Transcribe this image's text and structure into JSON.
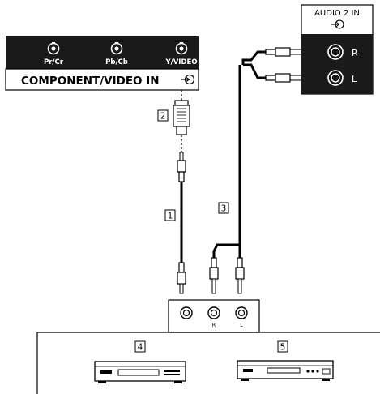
{
  "component_panel": {
    "jack_labels": [
      "Pr/Cr",
      "Pb/Cb",
      "Y/VIDEO"
    ],
    "title": "COMPONENT/VIDEO IN"
  },
  "audio_panel": {
    "title": "AUDIO 2 IN",
    "right_label": "R",
    "left_label": "L"
  },
  "device_jacks": {
    "right_label": "R",
    "left_label": "L"
  },
  "callouts": {
    "video_cable": "1",
    "adapter": "2",
    "audio_cable": "3",
    "vcr": "4",
    "dvd_player": "5"
  },
  "icons": {
    "input_arrow": "input-arrow-icon",
    "rca_jack": "rca-jack-icon",
    "bnc_jack": "bnc-jack-icon"
  },
  "colors": {
    "panel_dark": "#1a1a1a",
    "line": "#000000",
    "background": "#ffffff"
  }
}
